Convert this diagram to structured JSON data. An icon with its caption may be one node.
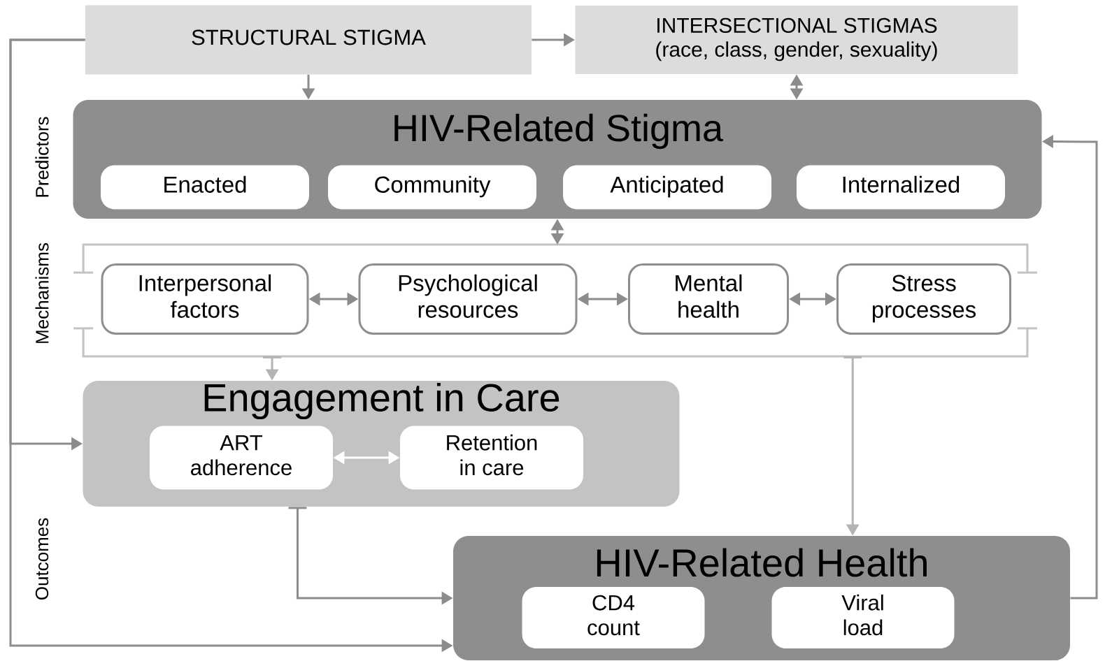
{
  "diagram": {
    "nodes": [
      {
        "text": [
          "STRUCTURAL STIGMA"
        ]
      },
      {
        "text": [
          "INTERSECTIONAL STIGMAS (race, class, gender, sexuality)"
        ]
      },
      {
        "text": [
          "HIV-Related Stigma"
        ]
      },
      {
        "text": [
          "Enacted"
        ],
        "in": 2
      },
      {
        "text": [
          "Community"
        ],
        "in": 2
      },
      {
        "text": [
          "Anticipated"
        ],
        "in": 2
      },
      {
        "text": [
          "Internalized"
        ],
        "in": 2
      },
      {
        "text": [],
        "shape": "bracket"
      },
      {
        "text": [
          "Interpersonal factors"
        ],
        "in": 7
      },
      {
        "text": [
          "Psychological resources"
        ],
        "in": 7
      },
      {
        "text": [
          "Mental health"
        ],
        "in": 7
      },
      {
        "text": [
          "Stress processes"
        ],
        "in": 7
      },
      {
        "text": [
          "Engagement in Care"
        ]
      },
      {
        "text": [
          "ART adherence"
        ],
        "in": 12
      },
      {
        "text": [
          "Retention in care"
        ],
        "in": 12
      },
      {
        "text": [
          "HIV-Related Health"
        ]
      },
      {
        "text": [
          "CD4 count"
        ],
        "in": 15
      },
      {
        "text": [
          "Viral load"
        ],
        "in": 15
      }
    ],
    "edges": [
      {
        "from": 0,
        "to": 1,
        "arrow": "to"
      },
      {
        "from": 0,
        "to": 2,
        "arrow": "to"
      },
      {
        "from": 1,
        "to": 2,
        "arrow": "both"
      },
      {
        "from": 2,
        "to": 7,
        "arrow": "both"
      },
      {
        "from": 8,
        "to": 9,
        "arrow": "both"
      },
      {
        "from": 9,
        "to": 10,
        "arrow": "both"
      },
      {
        "from": 10,
        "to": 11,
        "arrow": "both"
      },
      {
        "from": 7,
        "to": 12,
        "arrow": "to",
        "color": "#b4b4b4"
      },
      {
        "from": 7,
        "to": 15,
        "arrow": "to",
        "color": "#b4b4b4"
      },
      {
        "from": 12,
        "to": 15,
        "arrow": "to"
      },
      {
        "from": 0,
        "to": 12,
        "arrow": "to"
      },
      {
        "from": 0,
        "to": 15,
        "arrow": "to"
      },
      {
        "from": 15,
        "to": 2,
        "arrow": "to"
      },
      {
        "from": 13,
        "to": 14,
        "arrow": "both",
        "color": "#ffffff"
      }
    ],
    "labels": [
      "Predictors",
      "Mechanisms",
      "Outcomes"
    ]
  }
}
